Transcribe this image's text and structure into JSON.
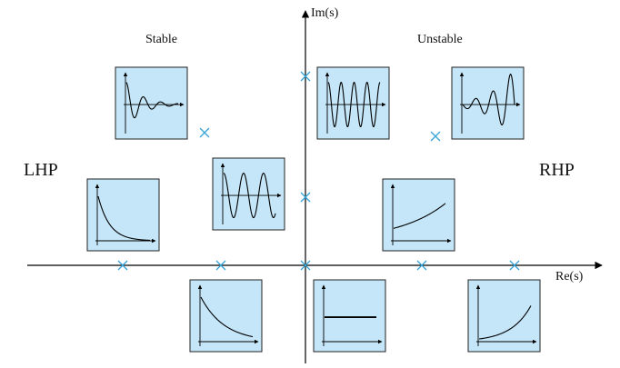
{
  "labels": {
    "imag_axis": "Im(s)",
    "real_axis": "Re(s)",
    "stable": "Stable",
    "unstable": "Unstable",
    "lhp": "LHP",
    "rhp": "RHP"
  },
  "colors": {
    "inset_fill": "#c4e6f8",
    "pole_marker": "#3aa6d8",
    "axis": "#000000",
    "curve": "#000000"
  },
  "poles": [
    {
      "region": "lhp",
      "kind": "complex-pair, damped oscillation"
    },
    {
      "region": "imaginary-axis",
      "kind": "conjugate pair, sustained oscillation (upper)"
    },
    {
      "region": "imaginary-axis",
      "kind": "conjugate pair, sustained oscillation (middle)"
    },
    {
      "region": "rhp",
      "kind": "complex-pair, growing oscillation"
    },
    {
      "region": "lhp",
      "kind": "real, fast decay"
    },
    {
      "region": "lhp",
      "kind": "real, slow decay"
    },
    {
      "region": "origin",
      "kind": "constant"
    },
    {
      "region": "rhp",
      "kind": "real, slow growth"
    },
    {
      "region": "rhp",
      "kind": "real, fast growth"
    }
  ],
  "insets": [
    {
      "response": "damped-oscillation"
    },
    {
      "response": "sustained-oscillation"
    },
    {
      "response": "growing-oscillation"
    },
    {
      "response": "fast-decay"
    },
    {
      "response": "oscillation-mid"
    },
    {
      "response": "slow-growth"
    },
    {
      "response": "slow-decay"
    },
    {
      "response": "constant"
    },
    {
      "response": "fast-growth"
    }
  ]
}
